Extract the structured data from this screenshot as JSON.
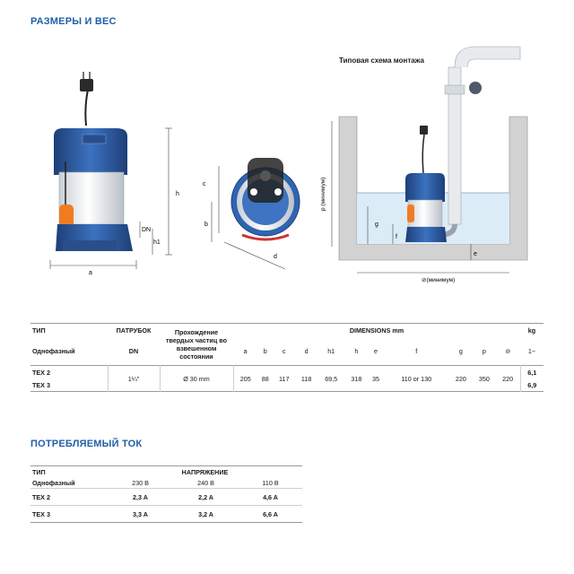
{
  "sections": {
    "dimensions_title": "РАЗМЕРЫ И ВЕС",
    "current_title": "ПОТРЕБЛЯЕМЫЙ ТОК"
  },
  "drawing": {
    "scheme_label": "Типовая схема монтажа",
    "labels": {
      "a": "a",
      "b": "b",
      "c": "c",
      "d": "d",
      "h": "h",
      "h1": "h1",
      "DN": "DN",
      "e": "e",
      "f": "f",
      "g": "g",
      "p_min": "p (минимум)",
      "w_min": "⊘(минимум)"
    },
    "colors": {
      "pump_blue": "#2f64b0",
      "pump_dark": "#1e3f78",
      "water": "#dcecf6",
      "float": "#f07c22",
      "wall": "#b7b7b7"
    }
  },
  "dimensions_table": {
    "col_type": "ТИП",
    "col_type_sub": "Однофазный",
    "col_outlet": "ПАТРУБОК",
    "col_outlet_sub": "DN",
    "col_solids": "Прохождение твердых частиц во взвешенном состоянии",
    "col_dimensions": "DIMENSIONS mm",
    "col_kg": "kg",
    "col_kg_sub": "1~",
    "dim_cols": [
      "a",
      "b",
      "c",
      "d",
      "h1",
      "h",
      "e",
      "f",
      "g",
      "p",
      "⊘"
    ],
    "models": [
      "TEX 2",
      "TEX 3"
    ],
    "outlet_value": "1¼\"",
    "solids_value": "Ø 30 mm",
    "dim_values": [
      "205",
      "88",
      "117",
      "118",
      "69,5",
      "318",
      "35",
      "110 or 130",
      "220",
      "350",
      "220"
    ],
    "weights": [
      "6,1",
      "6,9"
    ]
  },
  "current_table": {
    "col_type": "ТИП",
    "col_type_sub": "Однофазный",
    "col_voltage": "НАПРЯЖЕНИЕ",
    "voltages": [
      "230 В",
      "240 В",
      "110 В"
    ],
    "rows": [
      {
        "model": "TEX 2",
        "values": [
          "2,3 A",
          "2,2 A",
          "4,6 A"
        ]
      },
      {
        "model": "TEX 3",
        "values": [
          "3,3 A",
          "3,2 A",
          "6,6 A"
        ]
      }
    ]
  }
}
